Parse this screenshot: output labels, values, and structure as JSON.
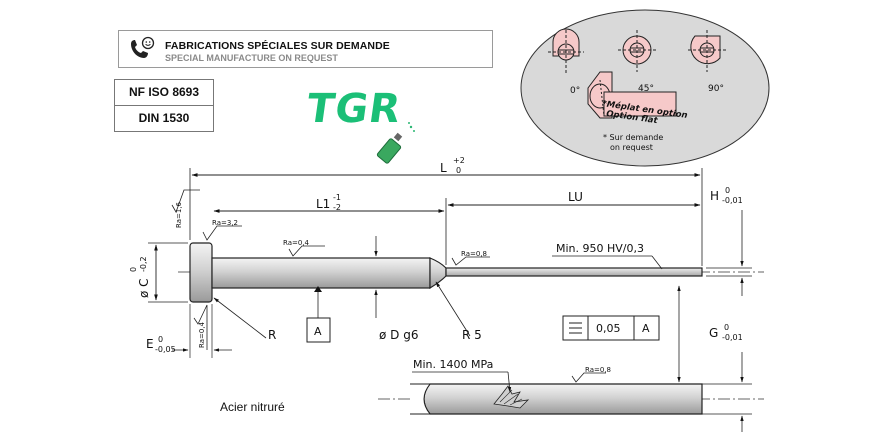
{
  "banner": {
    "title_fr": "FABRICATIONS SPÉCIALES SUR DEMANDE",
    "title_en": "SPECIAL MANUFACTURE ON REQUEST"
  },
  "standards": [
    "NF ISO 8693",
    "DIN 1530"
  ],
  "logo_text": "TGR",
  "orientation": {
    "angles": [
      "0°",
      "45°",
      "90°"
    ],
    "flat_note_fr": "*Méplat en option",
    "flat_note_en": "Option flat",
    "request_fr": "* Sur demande",
    "request_en": "on request"
  },
  "dims": {
    "L": "L",
    "L_tol_upper": "+2",
    "L_tol_lower": "0",
    "L1": "L1",
    "L1_tol_upper": "-1",
    "L1_tol_lower": "-2",
    "LU": "LU",
    "H": "H",
    "H_tol_upper": "0",
    "H_tol_lower": "-0,01",
    "G": "G",
    "G_tol_upper": "0",
    "G_tol_lower": "-0,01",
    "C": "ø C",
    "C_tol_upper": "0",
    "C_tol_lower": "-0,2",
    "E": "E",
    "E_tol_upper": "0",
    "E_tol_lower": "-0,05",
    "D": "ø D g6",
    "R": "R",
    "R5": "R 5"
  },
  "roughness": {
    "head_top": "Ra=1,6",
    "head": "Ra=3,2",
    "shank": "Ra=0,4",
    "pin": "Ra=0,8",
    "head_face": "Ra=0,4",
    "section": "Ra=0,8"
  },
  "hardness": "Min. 950 HV/0,3",
  "strength": "Min. 1400 MPa",
  "datum": "A",
  "tolerance_frame": {
    "value": "0,05",
    "datum": "A"
  },
  "material_note": "Acier nitruré"
}
